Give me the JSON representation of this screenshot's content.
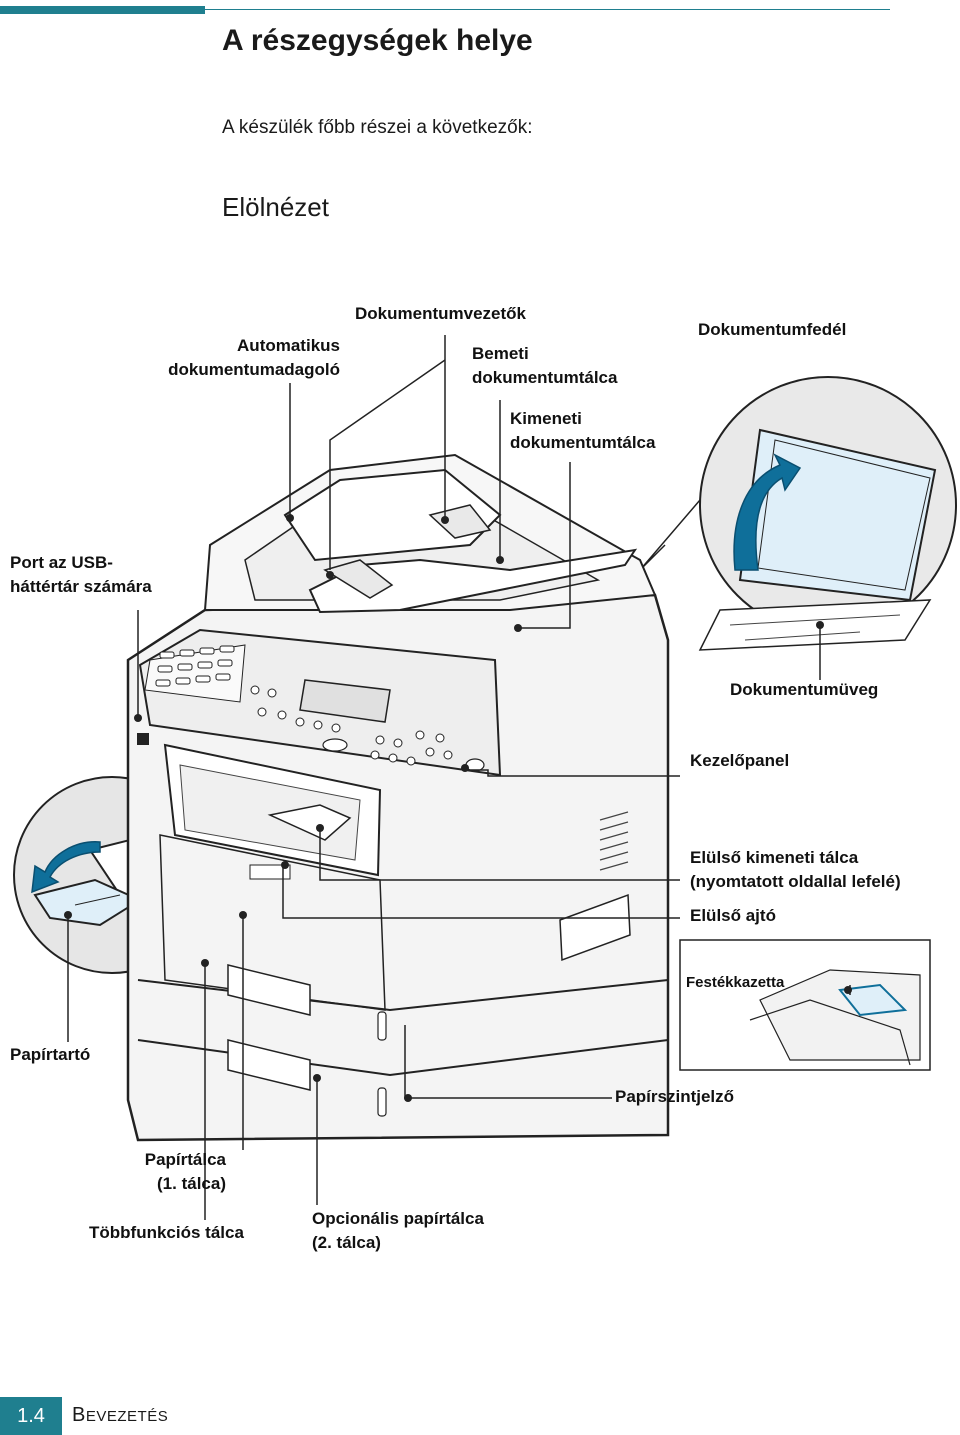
{
  "header": {
    "title": "A részegységek helye",
    "intro": "A készülék főbb részei a következők:",
    "section": "Elölnézet"
  },
  "labels": {
    "adf_1": "Automatikus",
    "adf_2": "dokumentumadagoló",
    "doc_guides": "Dokumentumvezetők",
    "input_tray_1": "Bemeti",
    "input_tray_2": "dokumentumtálca",
    "output_tray_1": "Kimeneti",
    "output_tray_2": "dokumentumtálca",
    "doc_cover": "Dokumentumfedél",
    "usb_1": "Port az USB-",
    "usb_2": "háttértár számára",
    "glass": "Dokumentumüveg",
    "control_panel": "Kezelőpanel",
    "front_output_1": "Elülső kimeneti tálca",
    "front_output_2": "(nyomtatott oldallal lefelé)",
    "front_door": "Elülső ajtó",
    "toner": "Festékkazetta",
    "paper_support": "Papírtartó",
    "paper_level": "Papírszintjelző",
    "tray1_1": "Papírtálca",
    "tray1_2": "(1. tálca)",
    "mp_tray": "Többfunkciós tálca",
    "tray2_1": "Opcionális papírtálca",
    "tray2_2": "(2. tálca)"
  },
  "footer": {
    "page_number": "1.4",
    "chapter_initial": "B",
    "chapter_rest": "EVEZETÉS"
  },
  "colors": {
    "accent": "#1f7f8f",
    "highlight": "#0f6f9a",
    "light_blue": "#dfeff9",
    "device_fill": "#f4f4f4",
    "gray_circle": "#e6e6e6"
  }
}
